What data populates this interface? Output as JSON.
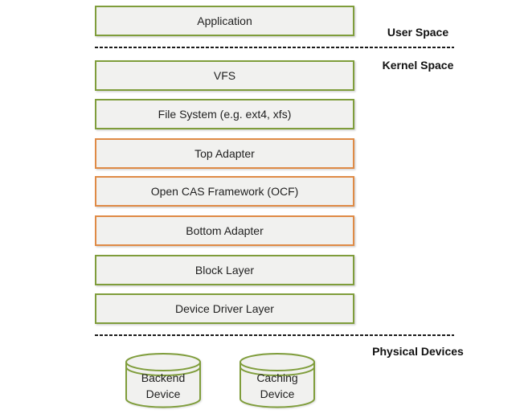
{
  "colors": {
    "green": "#7f9d3b",
    "orange": "#df8a45",
    "box_fill": "#f1f1ef",
    "text": "#1f1f1f"
  },
  "stack": {
    "boxes": [
      {
        "label": "Application",
        "color": "green"
      },
      {
        "label": "VFS",
        "color": "green"
      },
      {
        "label": "File System (e.g. ext4, xfs)",
        "color": "green"
      },
      {
        "label": "Top Adapter",
        "color": "orange"
      },
      {
        "label": "Open CAS Framework (OCF)",
        "color": "orange"
      },
      {
        "label": "Bottom Adapter",
        "color": "orange"
      },
      {
        "label": "Block Layer",
        "color": "green"
      },
      {
        "label": "Device Driver Layer",
        "color": "green"
      }
    ]
  },
  "regions": {
    "user_space": "User Space",
    "kernel_space": "Kernel Space",
    "physical_devices": "Physical Devices"
  },
  "devices": [
    {
      "line1": "Backend",
      "line2": "Device"
    },
    {
      "line1": "Caching",
      "line2": "Device"
    }
  ]
}
